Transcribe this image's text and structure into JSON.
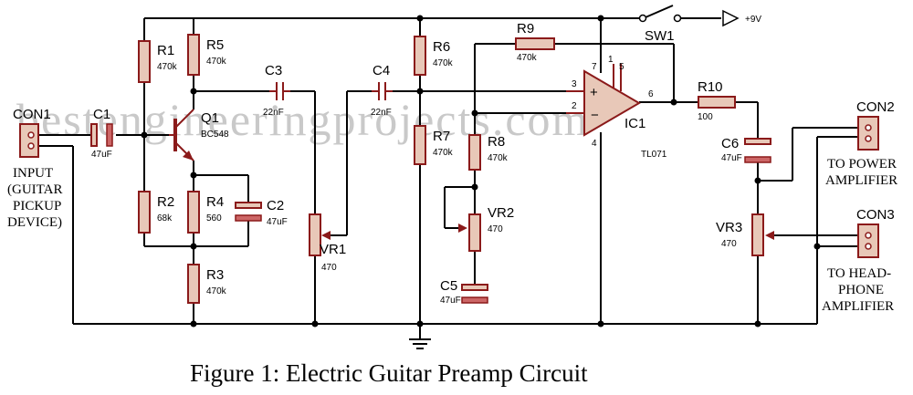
{
  "watermark": "bestengineeringprojects.com",
  "caption": "Figure 1: Electric Guitar Preamp Circuit",
  "supply": {
    "switch": "SW1",
    "voltage": "+9V"
  },
  "components": {
    "CON1": {
      "name": "CON1",
      "note": [
        "INPUT",
        "(GUITAR",
        "PICKUP",
        "DEVICE)"
      ]
    },
    "C1": {
      "name": "C1",
      "value": "47uF"
    },
    "R1": {
      "name": "R1",
      "value": "470k"
    },
    "R2": {
      "name": "R2",
      "value": "68k"
    },
    "R5": {
      "name": "R5",
      "value": "470k"
    },
    "Q1": {
      "name": "Q1",
      "value": "BC548"
    },
    "R4": {
      "name": "R4",
      "value": "560"
    },
    "C2": {
      "name": "C2",
      "value": "47uF"
    },
    "R3": {
      "name": "R3",
      "value": "470k"
    },
    "C3": {
      "name": "C3",
      "value": "22nF"
    },
    "VR1": {
      "name": "VR1",
      "value": "470"
    },
    "C4": {
      "name": "C4",
      "value": "22nF"
    },
    "R6": {
      "name": "R6",
      "value": "470k"
    },
    "R7": {
      "name": "R7",
      "value": "470k"
    },
    "R9": {
      "name": "R9",
      "value": "470k"
    },
    "R8": {
      "name": "R8",
      "value": "470k"
    },
    "VR2": {
      "name": "VR2",
      "value": "470"
    },
    "C5": {
      "name": "C5",
      "value": "47uF"
    },
    "IC1": {
      "name": "IC1",
      "value": "TL071",
      "pins": [
        "3",
        "2",
        "4",
        "6",
        "7",
        "1",
        "5"
      ]
    },
    "R10": {
      "name": "R10",
      "value": "100"
    },
    "C6": {
      "name": "C6",
      "value": "47uF"
    },
    "VR3": {
      "name": "VR3",
      "value": "470"
    },
    "CON2": {
      "name": "CON2",
      "note": [
        "TO POWER",
        "AMPLIFIER"
      ]
    },
    "CON3": {
      "name": "CON3",
      "note": [
        "TO HEAD-",
        "PHONE",
        "AMPLIFIER"
      ]
    }
  }
}
